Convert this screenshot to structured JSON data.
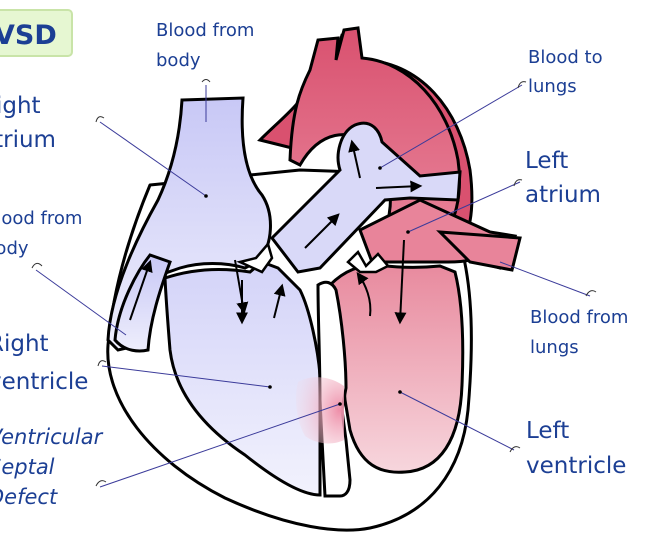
{
  "title": "VSD",
  "labels": {
    "blood_from_body_top_1": "Blood from",
    "blood_from_body_top_2": "body",
    "blood_to_lungs_1": "Blood to",
    "blood_to_lungs_2": "lungs",
    "right_atrium_1": "Right",
    "right_atrium_2": "atrium",
    "left_atrium_1": "Left",
    "left_atrium_2": "atrium",
    "blood_from_body_left_1": "Blood from",
    "blood_from_body_left_2": "body",
    "blood_from_lungs_1": "Blood from",
    "blood_from_lungs_2": "lungs",
    "right_ventricle_1": "Right",
    "right_ventricle_2": "ventricle",
    "left_ventricle_1": "Left",
    "left_ventricle_2": "ventricle",
    "vsd_1": "Ventricular",
    "vsd_2": "Septal",
    "vsd_3": "Defect"
  },
  "colors": {
    "title_box_fill": "#e6f7d2",
    "title_box_stroke": "#c9e4a8",
    "label_text": "#1c3f94",
    "deoxygenated_light": "#e9e9fb",
    "deoxygenated_mid": "#c8c8f6",
    "oxygenated_dark": "#d9516f",
    "oxygenated_light": "#f4c5cf",
    "defect_highlight": "#f1a4bb"
  }
}
